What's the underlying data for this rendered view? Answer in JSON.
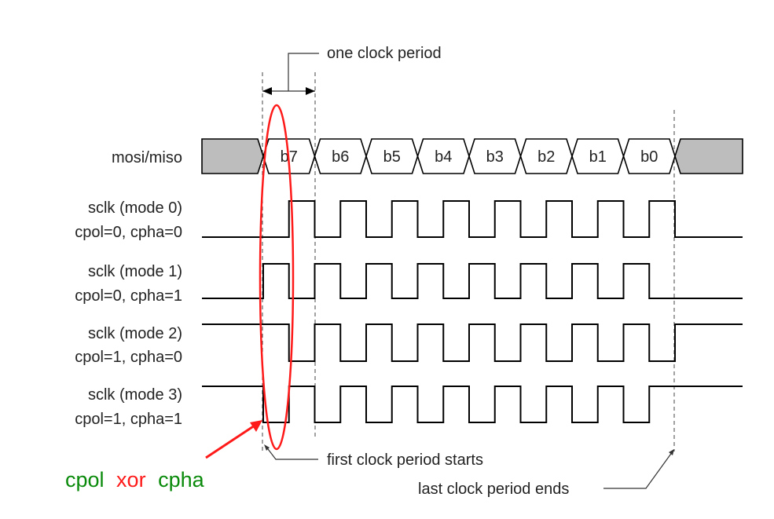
{
  "annotations": {
    "one_clock_period": "one clock period",
    "first_period_starts": "first clock period starts",
    "last_period_ends": "last clock period ends"
  },
  "bus": {
    "label": "mosi/miso",
    "bits": [
      "b7",
      "b6",
      "b5",
      "b4",
      "b3",
      "b2",
      "b1",
      "b0"
    ]
  },
  "clocks": [
    {
      "mode_label": "sclk (mode 0)",
      "params_label": "cpol=0, cpha=0",
      "cpol": 0,
      "cpha": 0
    },
    {
      "mode_label": "sclk (mode 1)",
      "params_label": "cpol=0, cpha=1",
      "cpol": 0,
      "cpha": 1
    },
    {
      "mode_label": "sclk (mode 2)",
      "params_label": "cpol=1, cpha=0",
      "cpol": 1,
      "cpha": 0
    },
    {
      "mode_label": "sclk (mode 3)",
      "params_label": "cpol=1, cpha=1",
      "cpol": 1,
      "cpha": 1
    }
  ],
  "caption": {
    "word1": "cpol",
    "word2": "xor",
    "word3": "cpha",
    "color_green": "#0a8a0a",
    "color_red": "#ff1a1a"
  },
  "colors": {
    "highlight": "#ff1a1a",
    "idle_fill": "#bdbdbd"
  }
}
